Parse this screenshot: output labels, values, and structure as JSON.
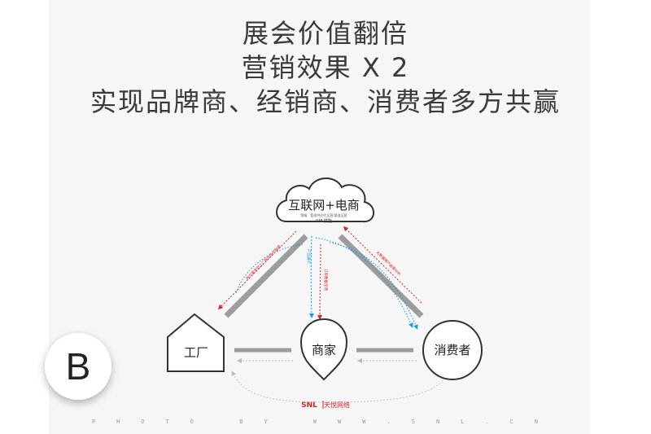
{
  "headline": {
    "line1": "展会价值翻倍",
    "line2": "营销效果 X 2",
    "line3": "实现品牌商、经销商、消费者多方共赢"
  },
  "diagram": {
    "cloud_title": "互联网+电商",
    "cloud_sub": "策略、管理供应代运营/渠道运营",
    "cloud_brand": "SNL赋能",
    "factory_label": "工厂",
    "dealer_label": "商家",
    "consumer_label": "消费者",
    "left_arrow_text": "用户需求到工厂驱动生产制造",
    "center_down_text": "产品展示",
    "center_up_text": "订单数据反馈",
    "right_arrow_text": "大数据用户画像分析",
    "footer_brand_en": "SNL",
    "footer_brand_cn": "天悦网络"
  },
  "colors": {
    "red": "#d9262b",
    "blue": "#1a9ae0",
    "gray": "#9c9c9c",
    "dark": "#333333"
  },
  "badge_letter": "B",
  "footer_credit": "PHOTO BY WWW.SNL.CN"
}
